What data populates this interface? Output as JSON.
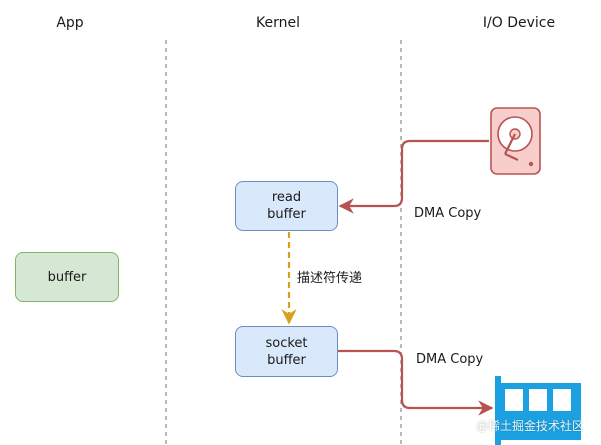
{
  "lanes": {
    "app": "App",
    "kernel": "Kernel",
    "io": "I/O Device"
  },
  "boxes": {
    "app_buffer": "buffer",
    "read_buffer": [
      "read",
      "buffer"
    ],
    "socket_buffer": [
      "socket",
      "buffer"
    ]
  },
  "edges": {
    "dma_top": "DMA Copy",
    "descriptor": "描述符传递",
    "dma_bottom": "DMA Copy"
  },
  "icons": {
    "disk": "hard-disk-icon",
    "nic": "network-card-icon"
  },
  "colors": {
    "arrow_red": "#b85450",
    "arrow_gold": "#d6a21e",
    "box_blue_fill": "#dae8fc",
    "box_blue_stroke": "#6c8ebf",
    "box_green_fill": "#d5e8d4",
    "box_green_stroke": "#82b366",
    "disk_fill": "#f8cecc",
    "disk_stroke": "#b85450",
    "nic_fill": "#1ba1e2"
  },
  "watermark": "@稀土掘金技术社区"
}
